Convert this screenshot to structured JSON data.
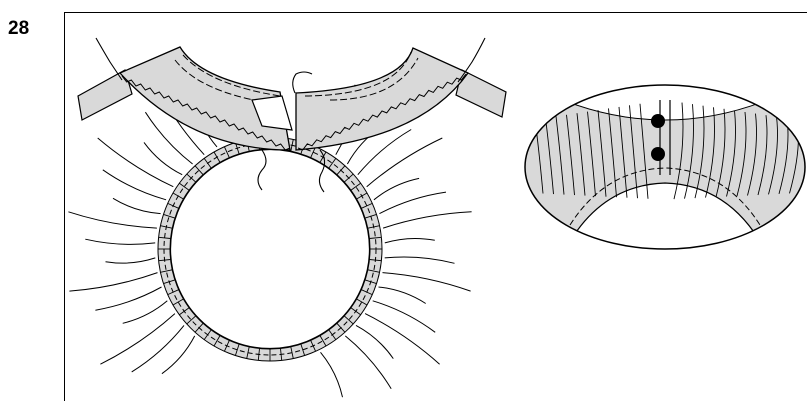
{
  "step": {
    "number": "28"
  },
  "figure": {
    "main_view": "collar-attachment-gathered-neckline",
    "detail_view": "finished-neckline-closeup",
    "colors": {
      "fabric_fill": "#d9d9d9",
      "line": "#000000",
      "background": "#ffffff"
    }
  }
}
